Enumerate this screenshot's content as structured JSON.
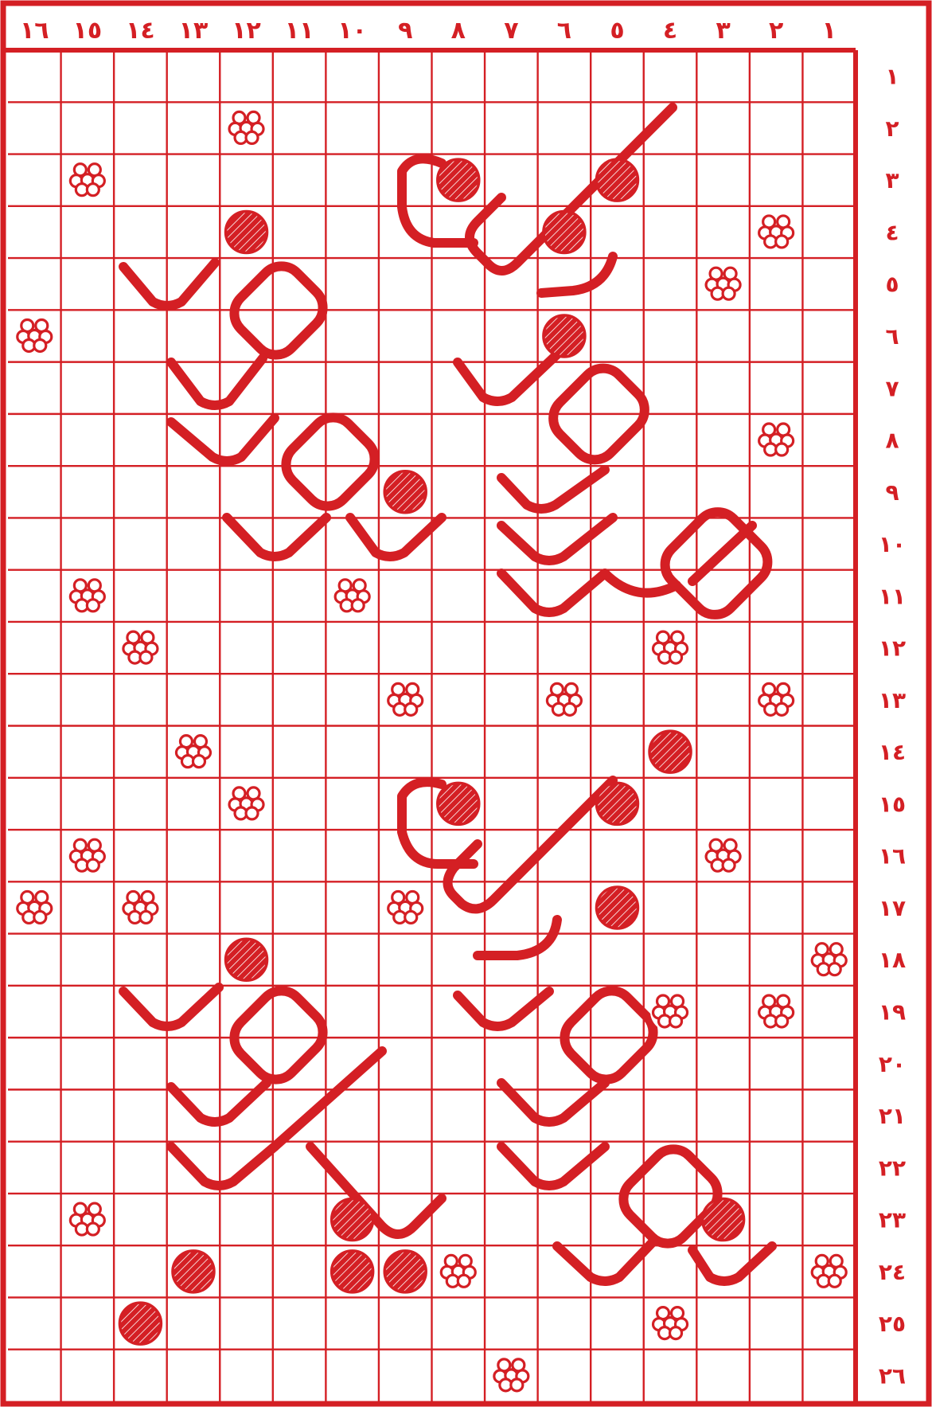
{
  "colors": {
    "ink": "#d41f24",
    "paper": "#ffffff"
  },
  "grid": {
    "columns": 16,
    "rows": 26
  },
  "column_numbers": [
    "١",
    "٢",
    "٣",
    "٤",
    "٥",
    "٦",
    "٧",
    "٨",
    "٩",
    "١٠",
    "١١",
    "١٢",
    "١٣",
    "١٤",
    "١٥",
    "١٦"
  ],
  "row_numbers": [
    "١",
    "٢",
    "٣",
    "٤",
    "٥",
    "٦",
    "٧",
    "٨",
    "٩",
    "١٠",
    "١١",
    "١٢",
    "١٣",
    "١٤",
    "١٥",
    "١٦",
    "١٧",
    "١٨",
    "١٩",
    "٢٠",
    "٢١",
    "٢٢",
    "٢٣",
    "٢٤",
    "٢٥",
    "٢٦"
  ],
  "symbols": {
    "flower_icon": "flower-cluster-icon",
    "dot_icon": "hatched-dot-icon",
    "flowers": [
      [
        12,
        2
      ],
      [
        15,
        3
      ],
      [
        2,
        4
      ],
      [
        3,
        5
      ],
      [
        16,
        6
      ],
      [
        2,
        8
      ],
      [
        15,
        11
      ],
      [
        10,
        11
      ],
      [
        14,
        12
      ],
      [
        4,
        12
      ],
      [
        9,
        13
      ],
      [
        6,
        13
      ],
      [
        2,
        13
      ],
      [
        13,
        14
      ],
      [
        12,
        15
      ],
      [
        15,
        16
      ],
      [
        3,
        16
      ],
      [
        16,
        17
      ],
      [
        14,
        17
      ],
      [
        9,
        17
      ],
      [
        1,
        18
      ],
      [
        4,
        19
      ],
      [
        2,
        19
      ],
      [
        15,
        23
      ],
      [
        8,
        24
      ],
      [
        1,
        24
      ],
      [
        4,
        25
      ],
      [
        7,
        26
      ]
    ],
    "dots": [
      [
        8,
        3
      ],
      [
        5,
        3
      ],
      [
        12,
        4
      ],
      [
        6,
        4
      ],
      [
        6,
        6
      ],
      [
        9,
        9
      ],
      [
        4,
        14
      ],
      [
        8,
        15
      ],
      [
        5,
        15
      ],
      [
        5,
        17
      ],
      [
        12,
        18
      ],
      [
        3,
        23
      ],
      [
        10,
        23
      ],
      [
        13,
        24
      ],
      [
        10,
        24
      ],
      [
        9,
        24
      ],
      [
        14,
        25
      ]
    ]
  }
}
